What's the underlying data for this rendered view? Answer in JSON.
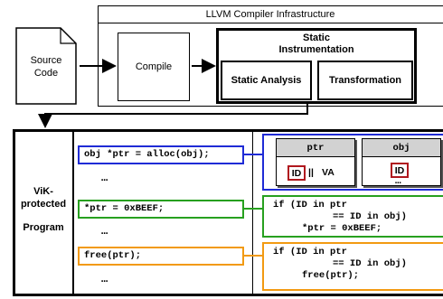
{
  "header": {
    "llvm_label": "LLVM Compiler Infrastructure"
  },
  "pipeline": {
    "source_line1": "Source",
    "source_line2": "Code",
    "compile": "Compile",
    "static_instr_line1": "Static",
    "static_instr_line2": "Instrumentation",
    "static_analysis": "Static Analysis",
    "transformation": "Transformation"
  },
  "program": {
    "label_line1": "ViK-",
    "label_line2": "protected",
    "label_line3": "Program"
  },
  "code": {
    "line_alloc": "obj *ptr = alloc(obj);",
    "line_assign": "*ptr = 0xBEEF;",
    "line_free": "free(ptr);",
    "ellipsis": "…"
  },
  "memory": {
    "ptr_header": "ptr",
    "obj_header": "obj",
    "id_label": "ID",
    "separator": "||",
    "va_label": "VA",
    "ellipsis": "…"
  },
  "check_assign": {
    "line1": "if (ID in ptr",
    "line2": "== ID in obj)",
    "line3": "*ptr = 0xBEEF;"
  },
  "check_free": {
    "line1": "if (ID in ptr",
    "line2": "== ID in obj)",
    "line3": "free(ptr);"
  },
  "colors": {
    "blue": "#1f2bd6",
    "green": "#27a01f",
    "orange": "#f29a12",
    "red": "#b0181e",
    "header_gray": "#d2d2d2"
  }
}
